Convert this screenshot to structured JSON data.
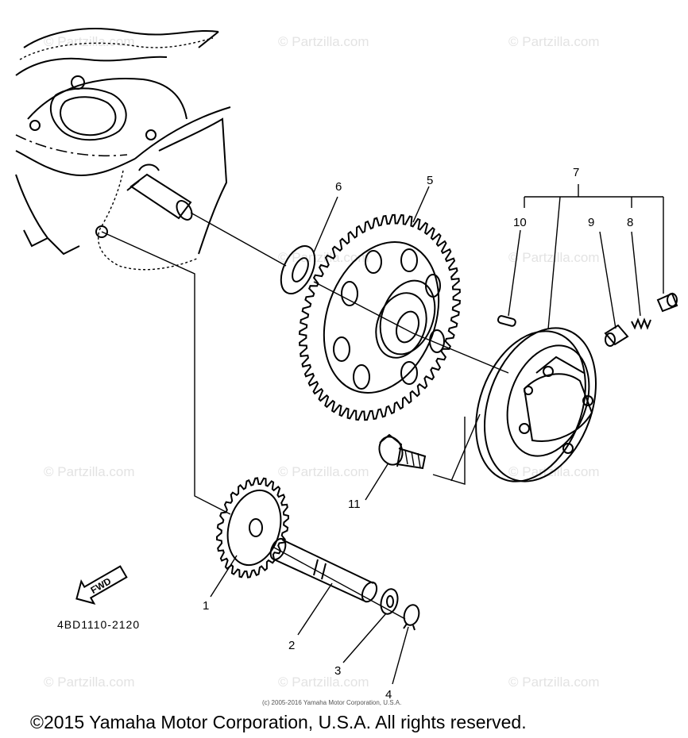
{
  "callouts": {
    "c1": "1",
    "c2": "2",
    "c3": "3",
    "c4": "4",
    "c5": "5",
    "c6": "6",
    "c7": "7",
    "c8": "8",
    "c9": "9",
    "c10": "10",
    "c11": "11"
  },
  "diagram_code": "4BD1110-2120",
  "fwd_label": "FWD",
  "watermark": "© Partzilla.com",
  "small_copyright": "(c) 2005-2016 Yamaha Motor Corporation, U.S.A.",
  "copyright": "©2015 Yamaha Motor Corporation, U.S.A. All rights reserved."
}
